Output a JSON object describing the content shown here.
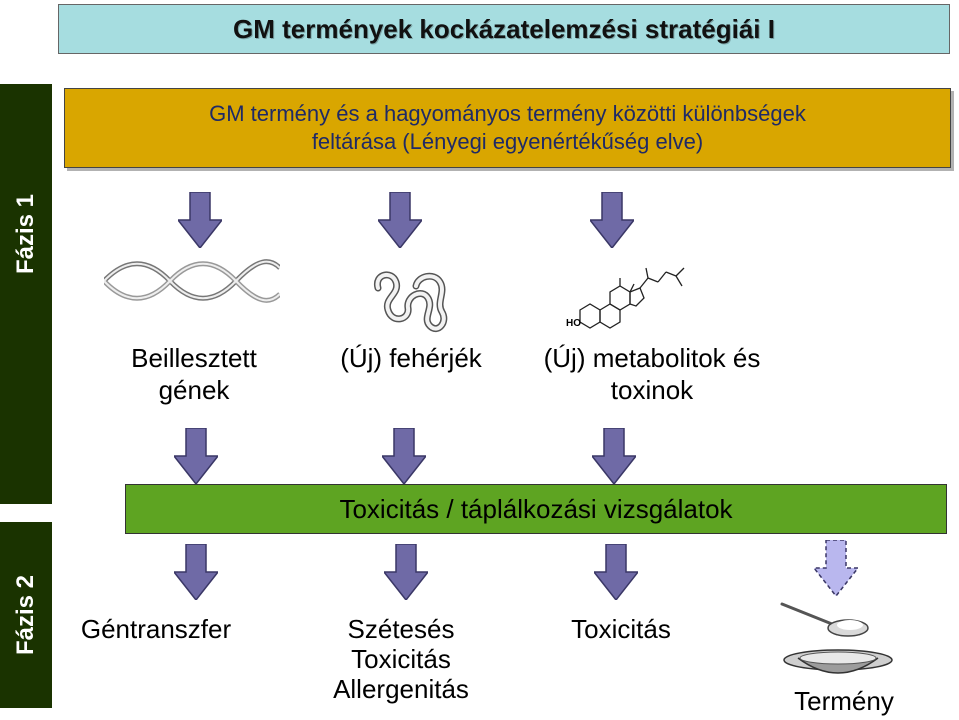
{
  "title": "GM termények  kockázatelemzési stratégiái I",
  "phases": {
    "phase1": "Fázis 1",
    "phase2": "Fázis 2"
  },
  "intro": {
    "line1": "GM termény és a hagyományos termény közötti különbségek",
    "line2": "feltárása (Lényegi egyenértékűség elve)"
  },
  "phase1_nodes": [
    {
      "line1": "Beillesztett",
      "line2": "gének",
      "illustration": "dna-helix"
    },
    {
      "line1": "(Új) fehérjék",
      "illustration": "protein-structure"
    },
    {
      "line1": "(Új) metabolitok és",
      "line2": "toxinok",
      "illustration": "steroid-molecule"
    }
  ],
  "molecule_label": "HO",
  "studies": "Toxicitás / táplálkozási vizsgálatok",
  "phase2_nodes": [
    {
      "line1": "Géntranszfer"
    },
    {
      "line1": "Szétesés",
      "line2": "Toxicitás",
      "line3": "Allergenitás"
    },
    {
      "line1": "Toxicitás"
    },
    {
      "line1": "Termény",
      "illustration": "spoon-and-bowl"
    }
  ],
  "colors": {
    "title_bg": "#a6dde0",
    "phase_bar": "#1a3300",
    "intro_bg": "#d9a600",
    "intro_text": "#1f2a66",
    "studies_bg": "#5ea422",
    "arrow": "#6f6aa6"
  }
}
